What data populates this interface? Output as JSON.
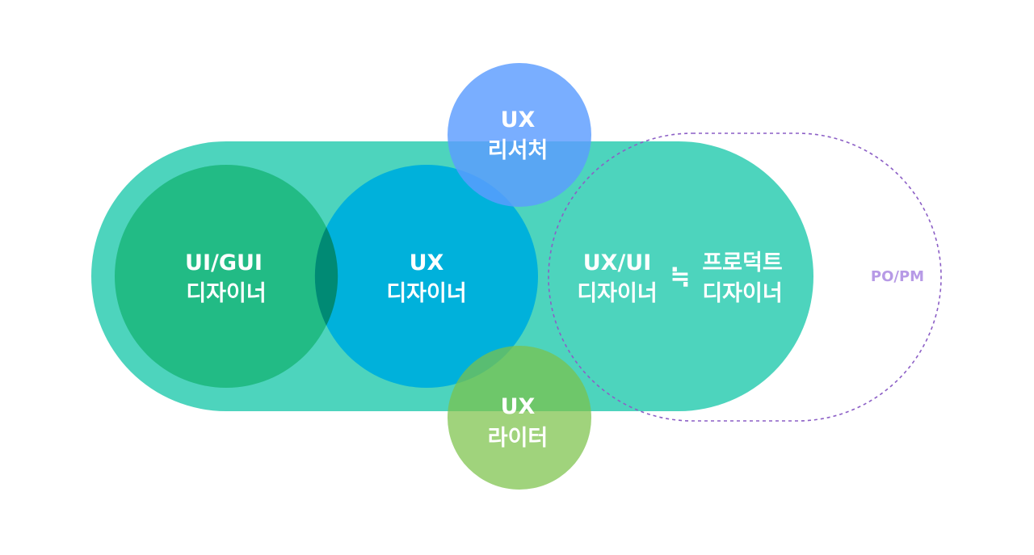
{
  "diagram": {
    "gui_designer": {
      "line1": "UI/GUI",
      "line2": "디자이너"
    },
    "ux_designer": {
      "line1": "UX",
      "line2": "디자이너"
    },
    "ux_researcher": {
      "line1": "UX",
      "line2": "리서처"
    },
    "ux_writer": {
      "line1": "UX",
      "line2": "라이터"
    },
    "uxui_designer": {
      "line1": "UX/UI",
      "line2": "디자이너"
    },
    "approx_symbol": "≒",
    "product_designer": {
      "line1": "프로덕트",
      "line2": "디자이너"
    },
    "po_pm": "PO/PM"
  },
  "colors": {
    "pill": "#4dd4bd",
    "gui_circle": "#22bb85",
    "ux_circle": "#00b1db",
    "researcher": "#6aa6ff",
    "writer": "#8fcb66",
    "po_pm": "#b79ae6",
    "dashed": "#8c5fc6"
  }
}
